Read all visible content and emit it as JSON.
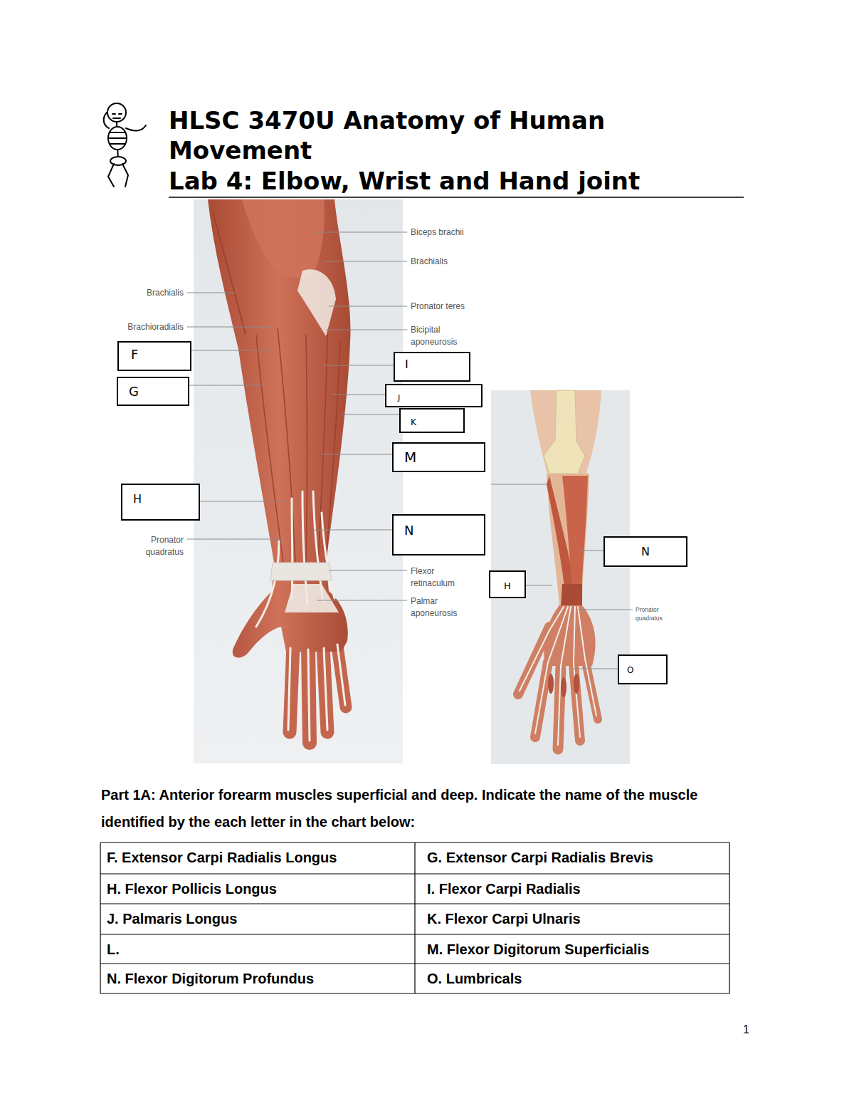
{
  "diagram": {
    "title": "HLSC 3470U Anatomy of Human Movement",
    "nodes": [
      {
        "text": [
          "F"
        ]
      },
      {
        "text": [
          "I"
        ]
      },
      {
        "text": [
          "G"
        ]
      },
      {
        "text": [
          "J"
        ]
      },
      {
        "text": [
          "K"
        ]
      },
      {
        "text": [
          "M"
        ]
      },
      {
        "text": [
          "H"
        ]
      },
      {
        "text": [
          "N"
        ]
      },
      {
        "text": [
          "N"
        ]
      },
      {
        "text": [
          "H"
        ]
      },
      {
        "text": [
          "O"
        ]
      }
    ],
    "labels": [
      "Lab 4: Elbow, Wrist and Hand joint",
      "Biceps brachii",
      "Brachialis",
      "Pronator teres",
      "Bicipital aponeurosis",
      "Brachialis",
      "Brachioradialis",
      "Pronator quadratus",
      "Flexor retinaculum",
      "Palmar aponeurosis",
      "Pronator quadratus",
      "Part 1A: Anterior forearm muscles superficial and deep. Indicate the name of the muscle identified by the each letter in the chart below:",
      "F. Extensor Carpi Radialis Longus",
      "G. Extensor Carpi Radialis Brevis",
      "H. Flexor Pollicis Longus",
      "I. Flexor Carpi Radialis",
      "J. Palmaris Longus",
      "K. Flexor Carpi Ulnaris",
      "L.",
      "M. Flexor Digitorum Superficialis",
      "N. Flexor Digitorum Profundus",
      "O. Lumbricals",
      "1"
    ]
  }
}
